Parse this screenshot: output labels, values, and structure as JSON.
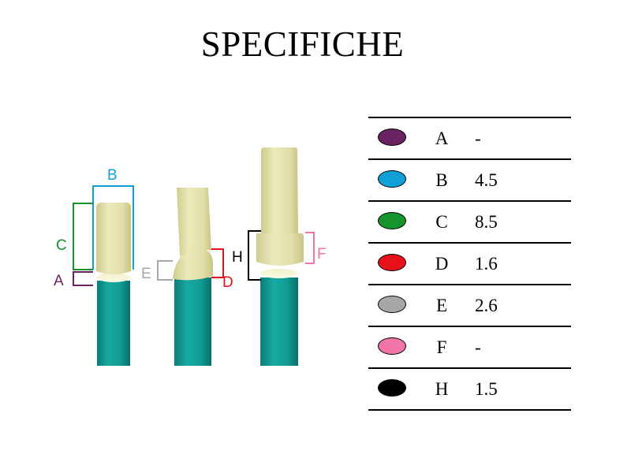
{
  "title": "SPECIFICHE",
  "colors": {
    "A": "#6b2262",
    "B": "#0fa0d8",
    "C": "#16922e",
    "D": "#e6111b",
    "E": "#a7a7a5",
    "F": "#f075a6",
    "H": "#000000",
    "post": "#12a8a0",
    "abutment": "#e6e3b0"
  },
  "diagram": {
    "labels": {
      "A": "A",
      "B": "B",
      "C": "C",
      "D": "D",
      "E": "E",
      "F": "F",
      "H": "H"
    }
  },
  "specs": [
    {
      "letter": "A",
      "value": "-",
      "color": "#6b2262"
    },
    {
      "letter": "B",
      "value": "4.5",
      "color": "#0fa0d8"
    },
    {
      "letter": "C",
      "value": "8.5",
      "color": "#16922e"
    },
    {
      "letter": "D",
      "value": "1.6",
      "color": "#e6111b"
    },
    {
      "letter": "E",
      "value": "2.6",
      "color": "#a7a7a5"
    },
    {
      "letter": "F",
      "value": "-",
      "color": "#f075a6"
    },
    {
      "letter": "H",
      "value": "1.5",
      "color": "#000000"
    }
  ]
}
